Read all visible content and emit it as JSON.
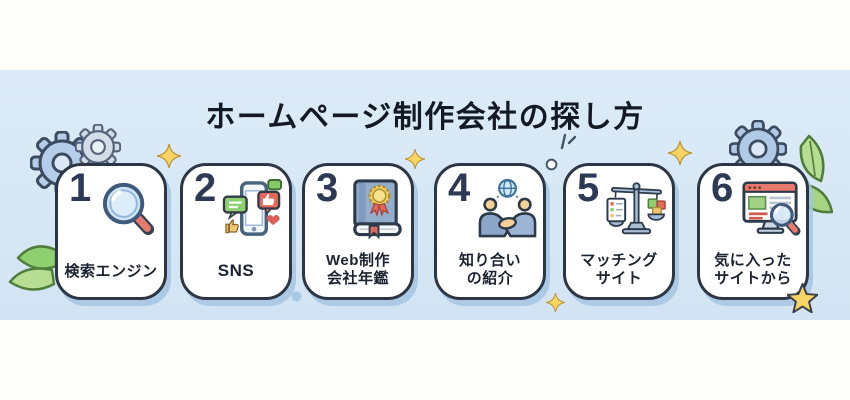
{
  "title": "ホームページ制作会社の探し方",
  "cards": [
    {
      "number": "1",
      "label": "検索エンジン",
      "icon": "magnifier"
    },
    {
      "number": "2",
      "label": "SNS",
      "icon": "smartphone-sns"
    },
    {
      "number": "3",
      "label": "Web制作\n会社年鑑",
      "icon": "award-book"
    },
    {
      "number": "4",
      "label": "知り合い\nの紹介",
      "icon": "handshake-globe"
    },
    {
      "number": "5",
      "label": "マッチング\nサイト",
      "icon": "balance-scale"
    },
    {
      "number": "6",
      "label": "気に入った\nサイトから",
      "icon": "browser-magnifier"
    }
  ],
  "colors": {
    "band_blue": "#d6e6f4",
    "card_bg": "#ffffff",
    "card_border": "#2c3645",
    "number": "#2c3a55",
    "label": "#1c2330",
    "title": "#141a24",
    "accent_yellow": "#f6d562",
    "leaf_green": "#b6dd92",
    "gear_blue": "#b5cde9",
    "shadow_blue": "#a4c5e2",
    "red_accent": "#e4685c",
    "green_accent": "#8ed070"
  },
  "decorations": [
    "gear-left-big",
    "gear-left-small",
    "gear-right",
    "leaves-right",
    "leaves-bottom-left",
    "sparkle-top-left",
    "sparkle-mid",
    "sparkle-right",
    "sparkle-bottom",
    "star-bottom-right",
    "circle-accent",
    "tick-marks",
    "dot-accent"
  ]
}
